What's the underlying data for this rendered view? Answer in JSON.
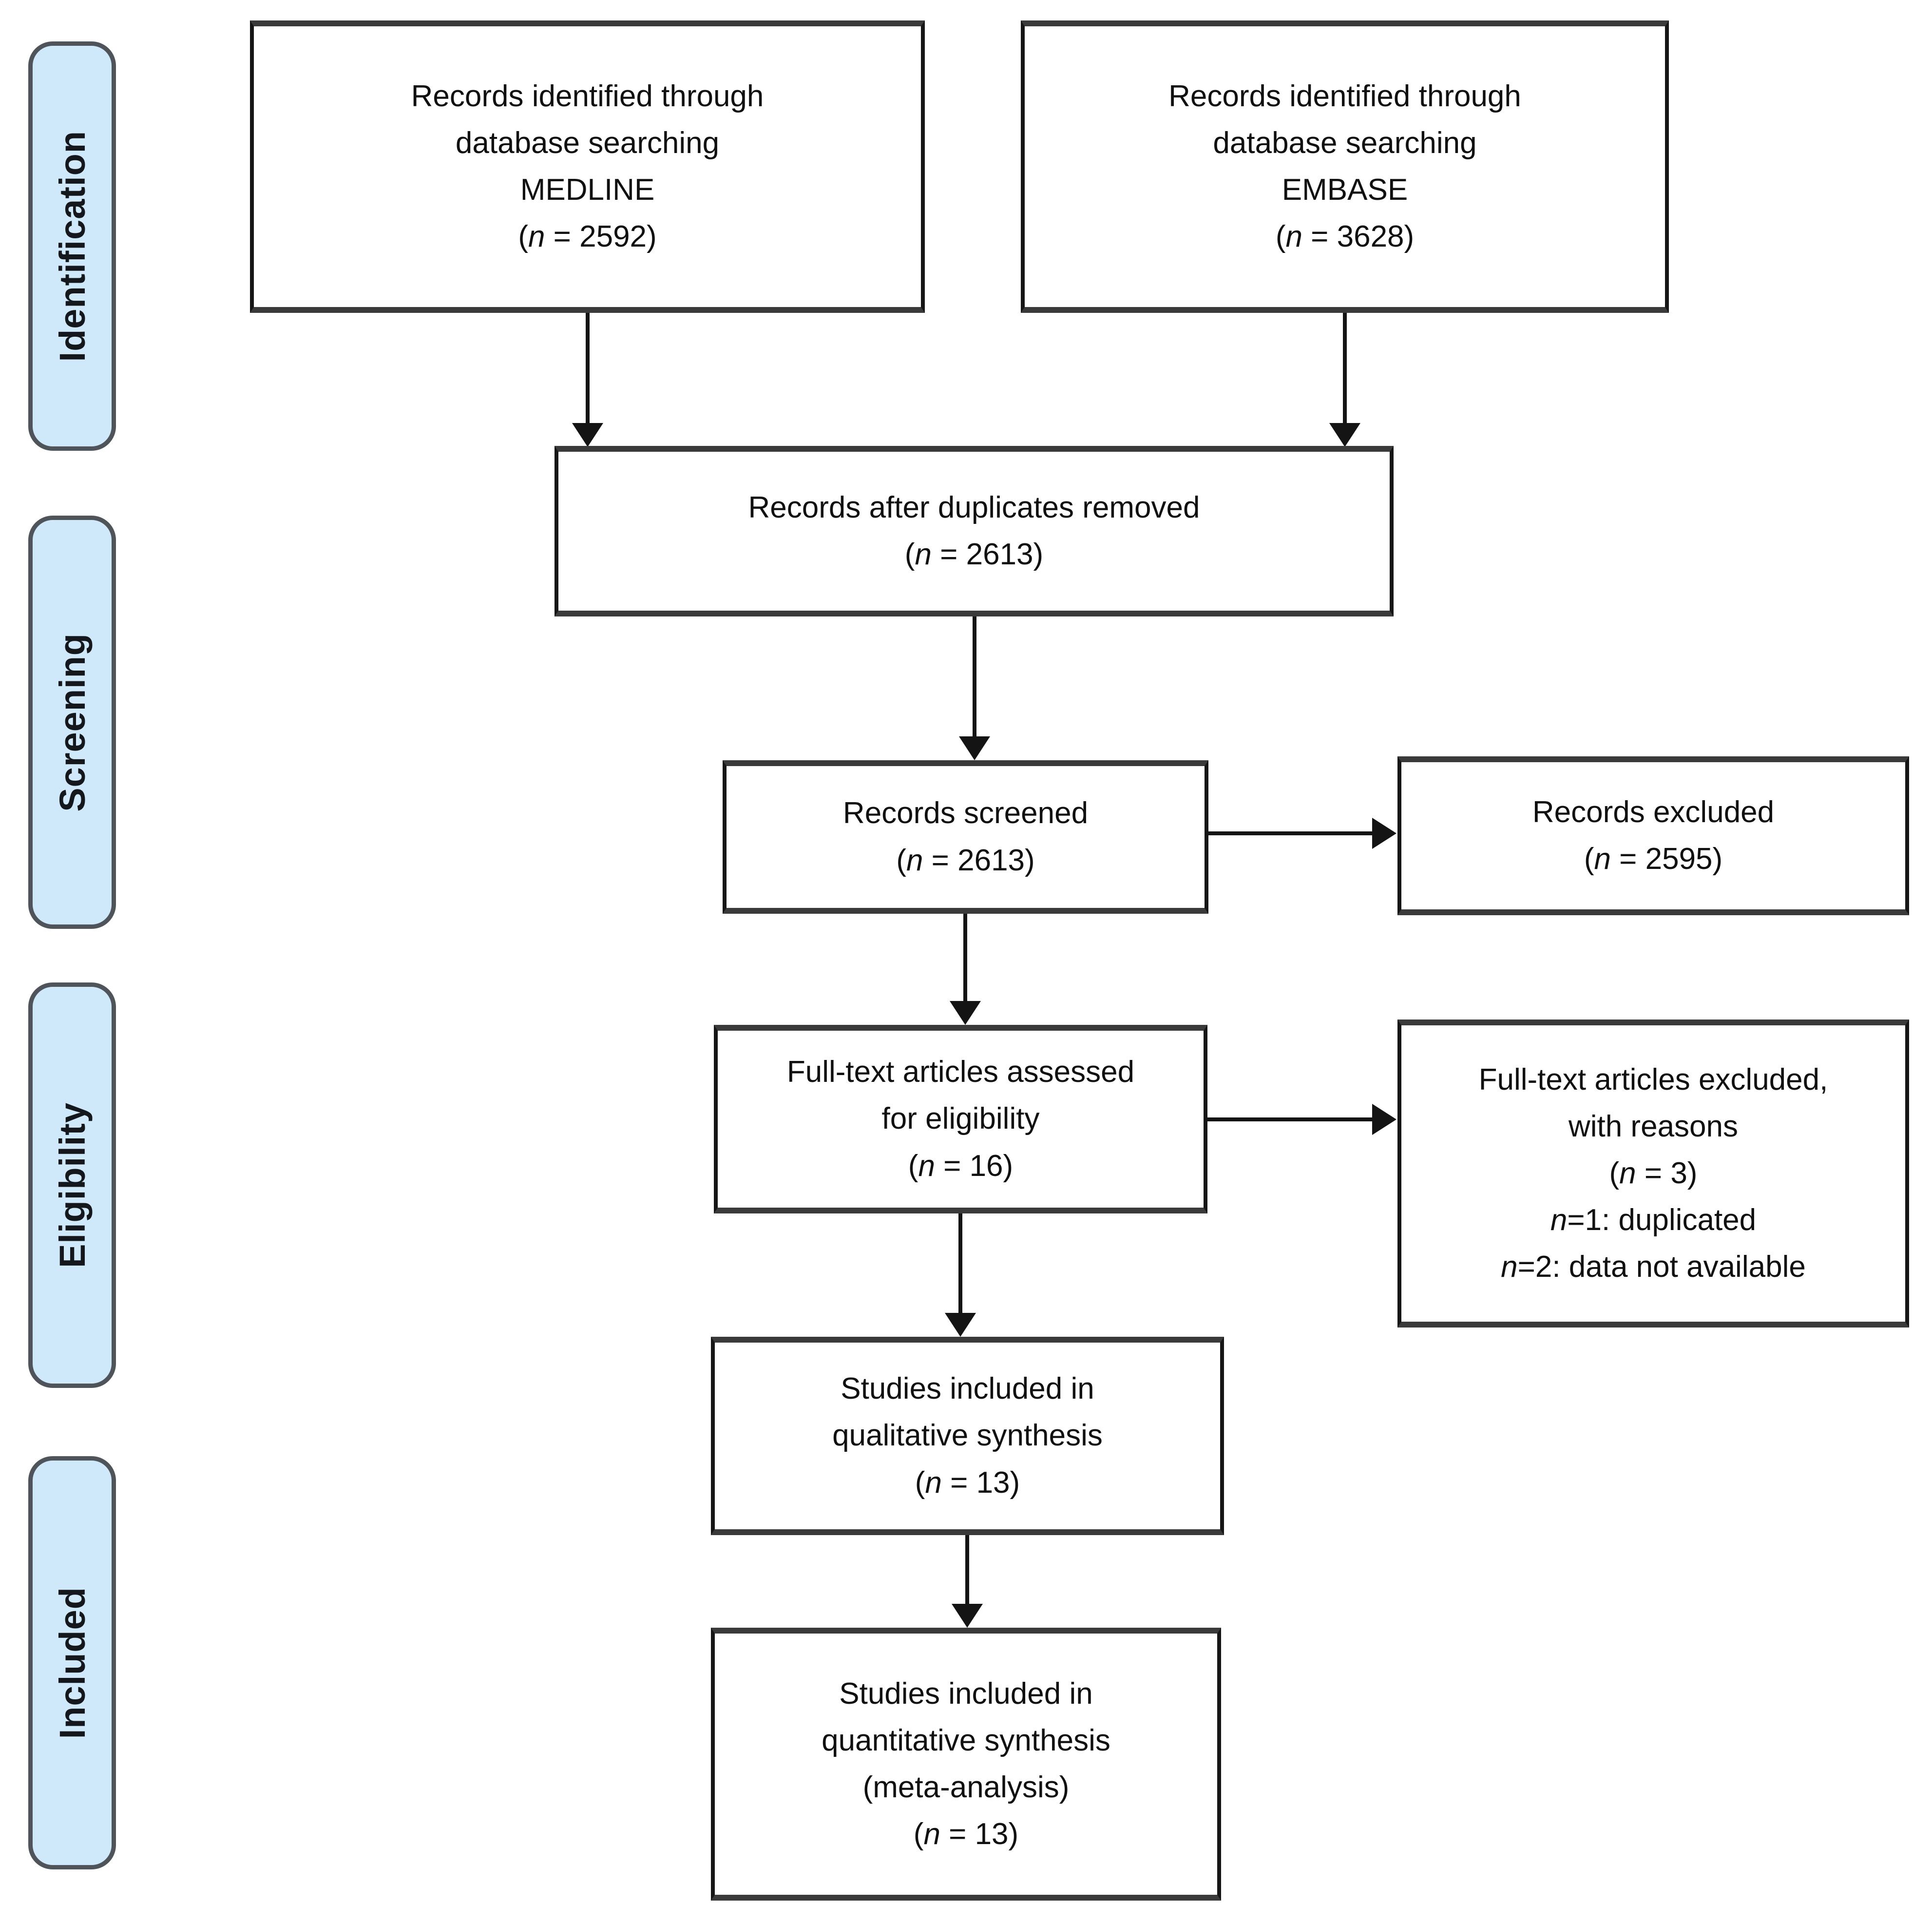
{
  "sidebar": {
    "stages": [
      {
        "label": "Identification"
      },
      {
        "label": "Screening"
      },
      {
        "label": "Eligibility"
      },
      {
        "label": "Included"
      }
    ]
  },
  "flow": {
    "medline": {
      "lines": [
        "Records identified through",
        "database searching",
        "MEDLINE",
        "(n = 2592)"
      ]
    },
    "embase": {
      "lines": [
        "Records identified through",
        "database searching",
        "EMBASE",
        "(n = 3628)"
      ]
    },
    "duplicates_removed": {
      "lines": [
        "Records after duplicates removed",
        "(n = 2613)"
      ]
    },
    "screened": {
      "lines": [
        "Records screened",
        "(n = 2613)"
      ]
    },
    "records_excluded": {
      "lines": [
        "Records excluded",
        "(n = 2595)"
      ]
    },
    "fulltext_assessed": {
      "lines": [
        "Full-text articles assessed",
        "for eligibility",
        "(n = 16)"
      ]
    },
    "fulltext_excluded": {
      "lines": [
        "Full-text articles excluded,",
        "with reasons",
        "(n = 3)",
        "n=1: duplicated",
        "n=2: data not available"
      ]
    },
    "qualitative": {
      "lines": [
        "Studies included in",
        "qualitative synthesis",
        "(n = 13)"
      ]
    },
    "quantitative": {
      "lines": [
        "Studies included in",
        "quantitative synthesis",
        "(meta-analysis)",
        "(n = 13)"
      ]
    }
  },
  "colors": {
    "background": "#ffffff",
    "text": "#101010",
    "stage_fill": "#cfe8fa",
    "stage_border": "#4e545a",
    "box_border_h": "#3a3a3a",
    "box_border_v": "#161616",
    "arrow": "#141414"
  }
}
